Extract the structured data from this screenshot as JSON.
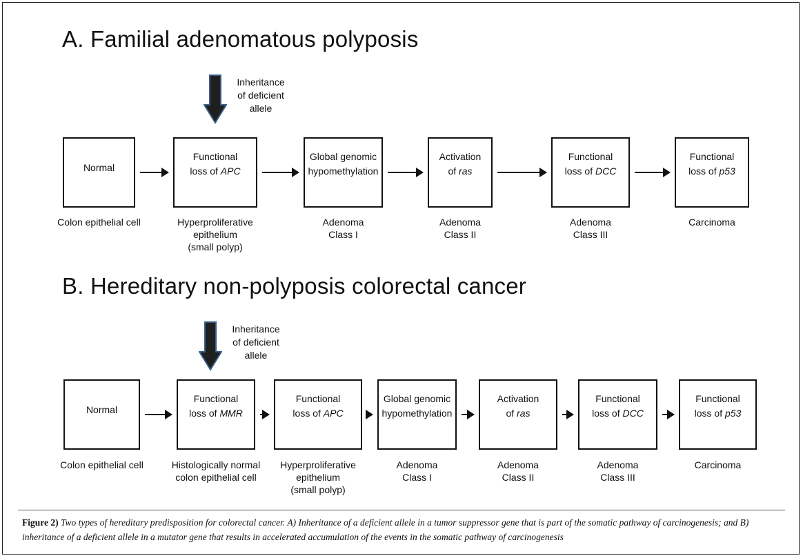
{
  "panelA": {
    "title": "A. Familial adenomatous polyposis",
    "inheritance": [
      "Inheritance",
      "of deficient",
      "allele"
    ],
    "boxes": [
      {
        "lines": [
          "Normal"
        ],
        "italic": []
      },
      {
        "lines": [
          "Functional",
          "loss of APC"
        ],
        "italic": [
          "APC"
        ]
      },
      {
        "lines": [
          "Global genomic",
          "hypomethylation"
        ],
        "italic": []
      },
      {
        "lines": [
          "Activation",
          "of ras"
        ],
        "italic": [
          "ras"
        ]
      },
      {
        "lines": [
          "Functional",
          "loss of DCC"
        ],
        "italic": [
          "DCC"
        ]
      },
      {
        "lines": [
          "Functional",
          "loss of p53"
        ],
        "italic": [
          "p53"
        ]
      }
    ],
    "captions": [
      [
        "Colon epithelial cell"
      ],
      [
        "Hyperproliferative",
        "epithelium",
        "(small polyp)"
      ],
      [
        "Adenoma",
        "Class I"
      ],
      [
        "Adenoma",
        "Class II"
      ],
      [
        "Adenoma",
        "Class III"
      ],
      [
        "Carcinoma"
      ]
    ]
  },
  "panelB": {
    "title": "B. Hereditary non-polyposis colorectal cancer",
    "inheritance": [
      "Inheritance",
      "of deficient",
      "allele"
    ],
    "boxes": [
      {
        "lines": [
          "Normal"
        ],
        "italic": []
      },
      {
        "lines": [
          "Functional",
          "loss of MMR"
        ],
        "italic": [
          "MMR"
        ]
      },
      {
        "lines": [
          "Functional",
          "loss of APC"
        ],
        "italic": [
          "APC"
        ]
      },
      {
        "lines": [
          "Global genomic",
          "hypomethylation"
        ],
        "italic": []
      },
      {
        "lines": [
          "Activation",
          "of ras"
        ],
        "italic": [
          "ras"
        ]
      },
      {
        "lines": [
          "Functional",
          "loss of DCC"
        ],
        "italic": [
          "DCC"
        ]
      },
      {
        "lines": [
          "Functional",
          "loss of p53"
        ],
        "italic": [
          "p53"
        ]
      }
    ],
    "captions": [
      [
        "Colon epithelial cell"
      ],
      [
        "Histologically normal",
        "colon epithelial cell"
      ],
      [
        "Hyperproliferative",
        "epithelium",
        "(small polyp)"
      ],
      [
        "Adenoma",
        "Class I"
      ],
      [
        "Adenoma",
        "Class II"
      ],
      [
        "Adenoma",
        "Class III"
      ],
      [
        "Carcinoma"
      ]
    ]
  },
  "figure_caption": {
    "label": "Figure 2)",
    "text": "Two types of hereditary predisposition for colorectal cancer. A) Inheritance of a deficient allele in a tumor suppressor gene that is part of the somatic pathway of carcinogenesis; and B) inheritance of a deficient allele in a mutator gene that results in accelerated accumulation of the events in the somatic pathway of carcinogenesis"
  },
  "colors": {
    "stroke": "#111111",
    "down_arrow_fill": "#1f1f1f",
    "down_arrow_outline": "#3a5f86"
  }
}
